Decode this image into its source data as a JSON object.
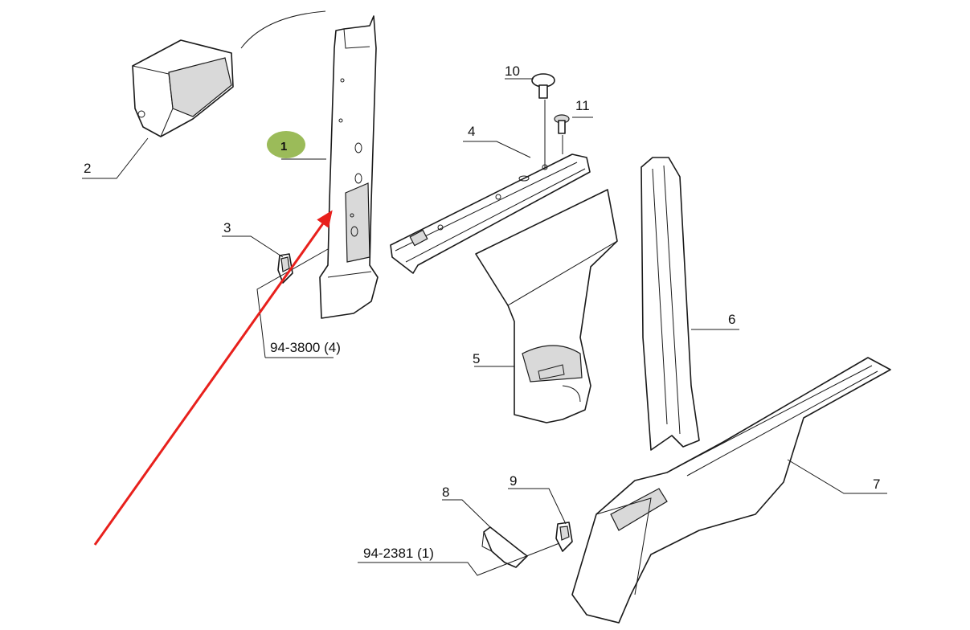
{
  "labels": {
    "p1": "1",
    "p2": "2",
    "p3": "3",
    "p4": "4",
    "p5": "5",
    "p6": "6",
    "p7": "7",
    "p8": "8",
    "p9": "9",
    "p10": "10",
    "p11": "11",
    "ref_a": "94-3800 (4)",
    "ref_b": "94-2381 (1)"
  },
  "colors": {
    "highlight": "#9bbb59",
    "arrow": "#e8201c",
    "line": "#1a1a1a",
    "background": "#ffffff"
  }
}
